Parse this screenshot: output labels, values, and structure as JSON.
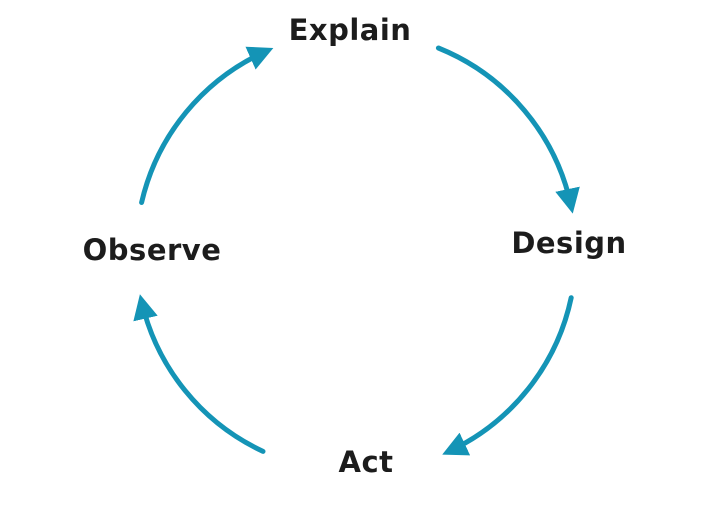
{
  "diagram": {
    "type": "cycle",
    "direction": "clockwise",
    "nodes": [
      {
        "id": "explain",
        "label": "Explain",
        "position": "top"
      },
      {
        "id": "design",
        "label": "Design",
        "position": "right"
      },
      {
        "id": "act",
        "label": "Act",
        "position": "bottom"
      },
      {
        "id": "observe",
        "label": "Observe",
        "position": "left"
      }
    ],
    "edges": [
      {
        "from": "Explain",
        "to": "Design"
      },
      {
        "from": "Design",
        "to": "Act"
      },
      {
        "from": "Act",
        "to": "Observe"
      },
      {
        "from": "Observe",
        "to": "Explain"
      }
    ],
    "colors": {
      "arrow": "#1494b6",
      "text": "#1c1c1c",
      "background": "#ffffff"
    }
  }
}
